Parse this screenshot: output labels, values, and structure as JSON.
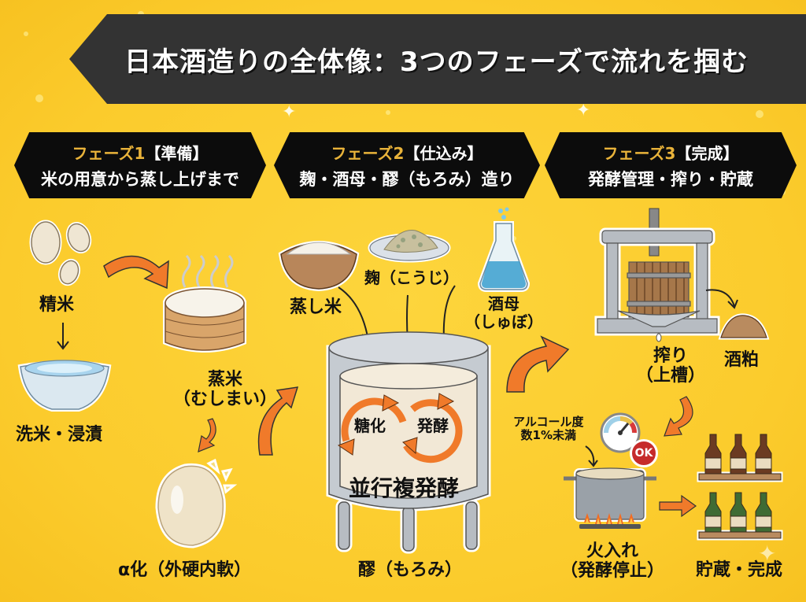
{
  "header": {
    "title": "日本酒造りの全体像：3つのフェーズで流れを掴む"
  },
  "phases": [
    {
      "phase": "フェーズ1",
      "tag": "【準備】",
      "subtitle": "米の用意から蒸し上げまで"
    },
    {
      "phase": "フェーズ2",
      "tag": "【仕込み】",
      "subtitle": "麹・酒母・醪（もろみ）造り"
    },
    {
      "phase": "フェーズ3",
      "tag": "【完成】",
      "subtitle": "発酵管理・搾り・貯蔵"
    }
  ],
  "phase1": {
    "polished_rice": "精米",
    "washing_soaking": "洗米・浸漬",
    "steamed_rice_line1": "蒸米",
    "steamed_rice_line2": "（むしまい）",
    "alpha": "α化（外硬内軟）"
  },
  "phase2": {
    "steamed_rice": "蒸し米",
    "koji": "麹（こうじ）",
    "shubo_line1": "酒母",
    "shubo_line2": "（しゅぼ）",
    "saccharification": "糖化",
    "fermentation": "発酵",
    "parallel_fermentation": "並行複発酵",
    "moromi": "醪（もろみ）"
  },
  "phase3": {
    "pressing_line1": "搾り",
    "pressing_line2": "（上槽）",
    "sake_lees": "酒粕",
    "alcohol_note_line1": "アルコール度",
    "alcohol_note_line2": "数1%未満",
    "ok_badge": "OK",
    "pasteurize_line1": "火入れ",
    "pasteurize_line2": "（発酵停止）",
    "storage": "貯蔵・完成"
  },
  "colors": {
    "background": "#fccf32",
    "banner": "#333333",
    "phase_banner": "#0c0c0c",
    "phase_accent": "#e9b33a",
    "arrow": "#f07a2a"
  },
  "icons": [
    "rice-grain-icon",
    "water-bowl-icon",
    "steamer-icon",
    "alpha-rice-icon",
    "rice-bowl-icon",
    "koji-plate-icon",
    "flask-icon",
    "tank-icon",
    "cycle-arrow-icon",
    "press-icon",
    "sake-lees-icon",
    "thermometer-gauge-icon",
    "pot-icon",
    "bottle-shelf-icon",
    "flow-arrow-icon"
  ]
}
